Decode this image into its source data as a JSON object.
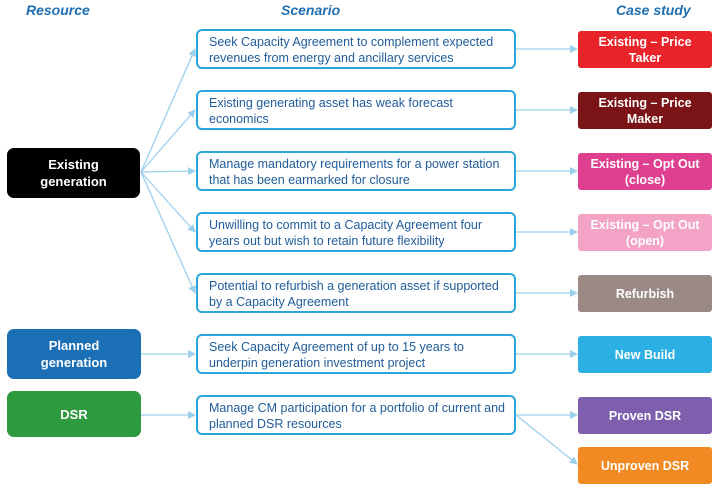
{
  "headers": {
    "resource": "Resource",
    "scenario": "Scenario",
    "case_study": "Case study"
  },
  "resources": [
    {
      "label": "Existing generation",
      "color": "#000000"
    },
    {
      "label": "Planned generation",
      "color": "#1a6fb5"
    },
    {
      "label": "DSR",
      "color": "#2e9a3e"
    }
  ],
  "scenarios": [
    "Seek Capacity Agreement  to complement expected revenues from energy and ancillary services",
    "Existing generating asset has weak forecast economics",
    "Manage mandatory requirements for a power station that has been earmarked for closure",
    "Unwilling to commit to a Capacity Agreement four years out but wish to retain future flexibility",
    "Potential to refurbish a generation asset if supported by a Capacity Agreement",
    "Seek Capacity Agreement  of up to 15 years to underpin generation investment project",
    "Manage CM participation for a portfolio of current and planned DSR  resources"
  ],
  "case_studies": [
    {
      "label": "Existing – Price Taker",
      "color": "#e8232a"
    },
    {
      "label": "Existing – Price Maker",
      "color": "#7a1416"
    },
    {
      "label": "Existing – Opt Out (close)",
      "color": "#de3f8e"
    },
    {
      "label": "Existing – Opt Out (open)",
      "color": "#f2a3c6"
    },
    {
      "label": "Refurbish",
      "color": "#9a8984"
    },
    {
      "label": "New Build",
      "color": "#2cb0e4"
    },
    {
      "label": "Proven DSR",
      "color": "#7d5fae"
    },
    {
      "label": "Unproven DSR",
      "color": "#f18a23"
    }
  ],
  "connector_color": "#9dd0ec"
}
